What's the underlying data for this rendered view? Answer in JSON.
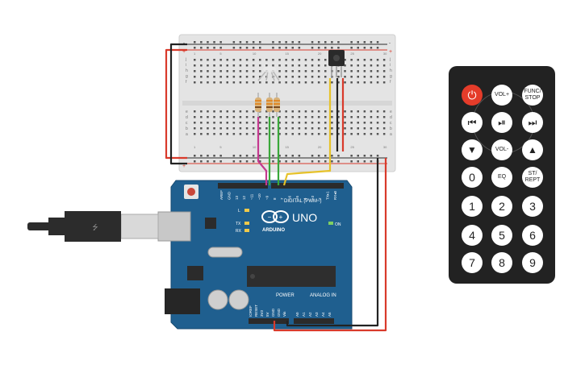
{
  "board": {
    "brand": "UNO",
    "logo_text": "ARDUINO",
    "digital_label": "DIGITAL (PWM~)",
    "power_label": "POWER",
    "analog_label": "ANALOG IN",
    "on_label": "ON",
    "led_labels": [
      "L",
      "TX",
      "RX"
    ],
    "digital_pins": [
      "AREF",
      "GND",
      "13",
      "12",
      "~11",
      "~10",
      "~9",
      "8",
      "7",
      "~6",
      "~5",
      "4",
      "~3",
      "2",
      "TX▸1",
      "RX◂0"
    ],
    "power_pins": [
      "IOREF",
      "RESET",
      "3V3",
      "5V",
      "GND",
      "GND",
      "Vin"
    ],
    "analog_pins": [
      "A0",
      "A1",
      "A2",
      "A3",
      "A4",
      "A5"
    ]
  },
  "breadboard": {
    "row_letters_top": [
      "j",
      "i",
      "h",
      "g",
      "f"
    ],
    "row_letters_bottom": [
      "e",
      "d",
      "c",
      "b",
      "a"
    ],
    "column_numbers": [
      "1",
      "5",
      "10",
      "15",
      "20",
      "25",
      "30"
    ],
    "rail_plus": "+",
    "rail_minus": "-"
  },
  "remote": {
    "buttons": [
      {
        "name": "power-button",
        "label": "⏻",
        "style": "power"
      },
      {
        "name": "vol-up-button",
        "label": "VOL+",
        "style": "small"
      },
      {
        "name": "func-stop-button",
        "label": "FUNC/\nSTOP",
        "style": "small"
      },
      {
        "name": "prev-button",
        "label": "⏮",
        "style": ""
      },
      {
        "name": "play-pause-button",
        "label": "⏯",
        "style": ""
      },
      {
        "name": "next-button",
        "label": "⏭",
        "style": ""
      },
      {
        "name": "down-button",
        "label": "▼",
        "style": ""
      },
      {
        "name": "vol-down-button",
        "label": "VOL-",
        "style": "small"
      },
      {
        "name": "up-button",
        "label": "▲",
        "style": ""
      },
      {
        "name": "zero-button",
        "label": "0",
        "style": "num"
      },
      {
        "name": "eq-button",
        "label": "EQ",
        "style": "small"
      },
      {
        "name": "st-rept-button",
        "label": "ST/\nREPT",
        "style": "small"
      },
      {
        "name": "one-button",
        "label": "1",
        "style": "num"
      },
      {
        "name": "two-button",
        "label": "2",
        "style": "num"
      },
      {
        "name": "three-button",
        "label": "3",
        "style": "num"
      },
      {
        "name": "four-button",
        "label": "4",
        "style": "num"
      },
      {
        "name": "five-button",
        "label": "5",
        "style": "num"
      },
      {
        "name": "six-button",
        "label": "6",
        "style": "num"
      },
      {
        "name": "seven-button",
        "label": "7",
        "style": "num"
      },
      {
        "name": "eight-button",
        "label": "8",
        "style": "num"
      },
      {
        "name": "nine-button",
        "label": "9",
        "style": "num"
      }
    ]
  },
  "colors": {
    "board_blue": "#1f5f8f",
    "breadboard": "#e6e6e6",
    "wire_red": "#d93a2b",
    "wire_black": "#222222",
    "wire_green": "#3aa83a",
    "wire_magenta": "#c4398f",
    "wire_yellow": "#e6c22a",
    "remote_body": "#222222"
  }
}
